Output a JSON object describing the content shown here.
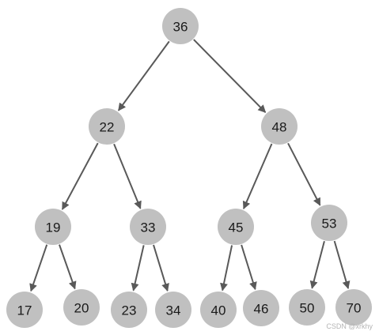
{
  "tree": {
    "nodes": [
      {
        "id": "n36",
        "label": "36"
      },
      {
        "id": "n22",
        "label": "22"
      },
      {
        "id": "n48",
        "label": "48"
      },
      {
        "id": "n19",
        "label": "19"
      },
      {
        "id": "n33",
        "label": "33"
      },
      {
        "id": "n45",
        "label": "45"
      },
      {
        "id": "n53",
        "label": "53"
      },
      {
        "id": "n17",
        "label": "17"
      },
      {
        "id": "n20",
        "label": "20"
      },
      {
        "id": "n23",
        "label": "23"
      },
      {
        "id": "n34",
        "label": "34"
      },
      {
        "id": "n40",
        "label": "40"
      },
      {
        "id": "n46",
        "label": "46"
      },
      {
        "id": "n50",
        "label": "50"
      },
      {
        "id": "n70",
        "label": "70"
      }
    ],
    "edges": [
      {
        "from": "n36",
        "to": "n22"
      },
      {
        "from": "n36",
        "to": "n48"
      },
      {
        "from": "n22",
        "to": "n19"
      },
      {
        "from": "n22",
        "to": "n33"
      },
      {
        "from": "n48",
        "to": "n45"
      },
      {
        "from": "n48",
        "to": "n53"
      },
      {
        "from": "n19",
        "to": "n17"
      },
      {
        "from": "n19",
        "to": "n20"
      },
      {
        "from": "n33",
        "to": "n23"
      },
      {
        "from": "n33",
        "to": "n34"
      },
      {
        "from": "n45",
        "to": "n40"
      },
      {
        "from": "n45",
        "to": "n46"
      },
      {
        "from": "n53",
        "to": "n50"
      },
      {
        "from": "n53",
        "to": "n70"
      }
    ]
  },
  "colors": {
    "node_fill": "#c0c0c0",
    "edge": "#595959",
    "label": "#1a1a1a"
  },
  "watermark": "CSDN @xrkhy"
}
